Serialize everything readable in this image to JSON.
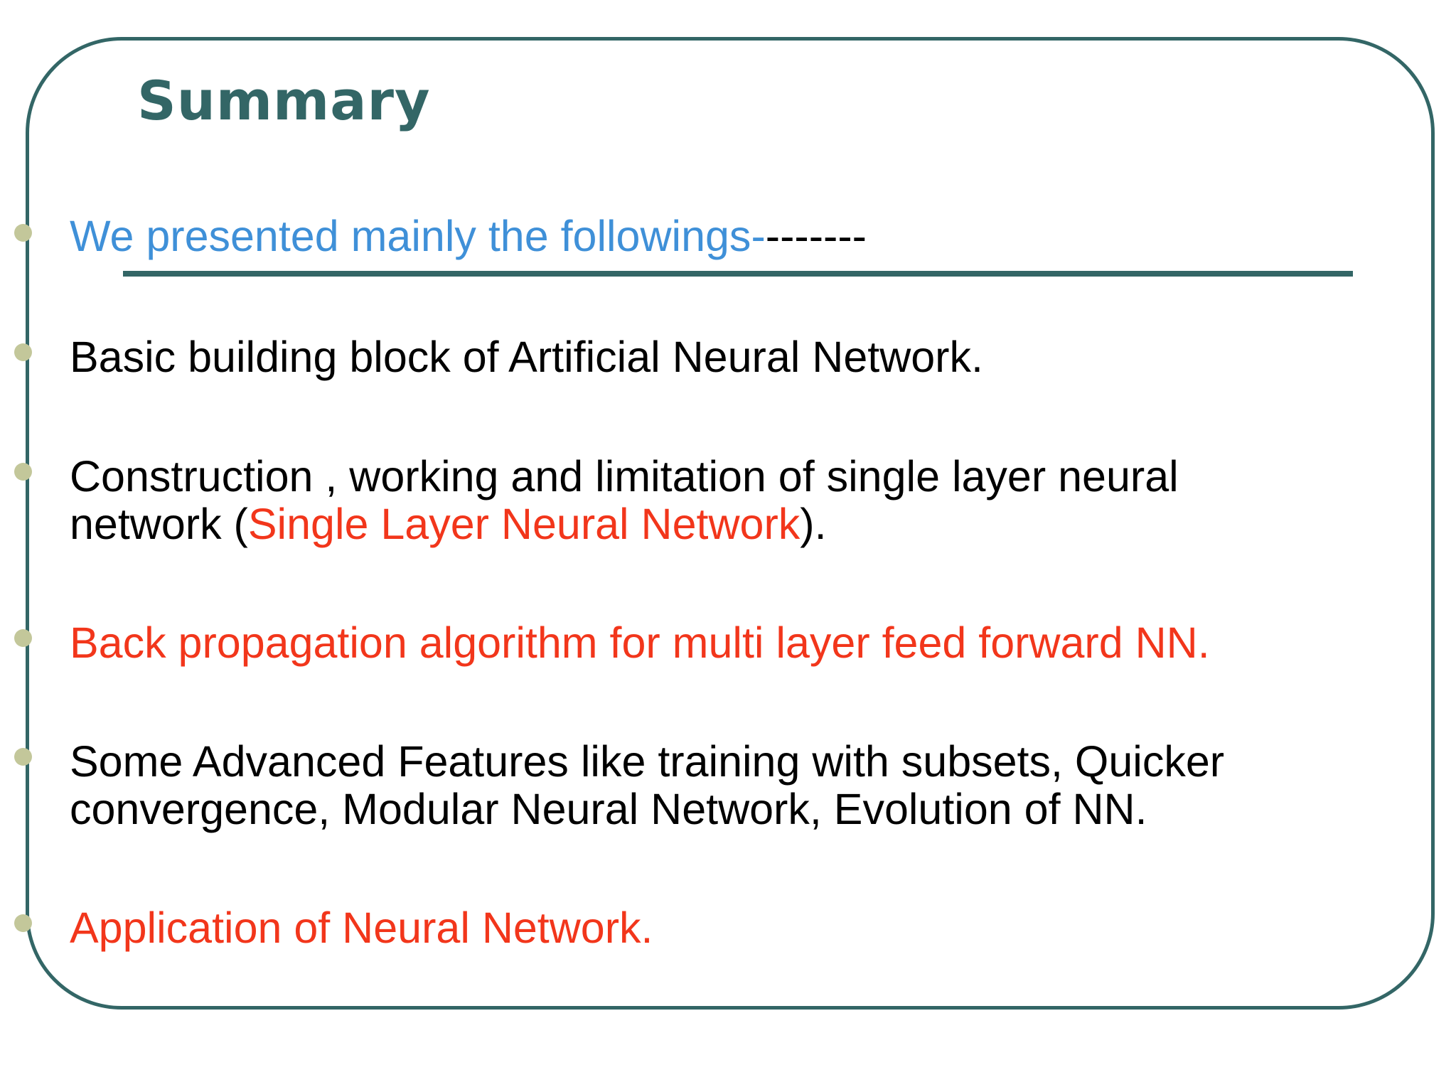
{
  "slide": {
    "title": "Summary",
    "colors": {
      "frame": "#336666",
      "title": "#336666",
      "bullet": "#c3c79a",
      "intro": "#3f90d8",
      "highlight": "#f2361b",
      "text": "#000000"
    },
    "bullets": {
      "intro": {
        "text": "We presented mainly the followings",
        "dashes": "-------"
      },
      "basic_block": {
        "text": "Basic building block of Artificial Neural Network."
      },
      "single_layer": {
        "line1": "Construction , working and limitation of single layer neural",
        "prefix": "network (",
        "highlight": "Single Layer Neural Network",
        "suffix": ")."
      },
      "back_propagation": {
        "text": "Back propagation algorithm for multi layer feed forward NN."
      },
      "advanced_features": {
        "line1": "Some Advanced Features like training with subsets, Quicker",
        "line2": "convergence, Modular Neural Network, Evolution of NN."
      },
      "application": {
        "text": "Application of Neural Network."
      }
    }
  }
}
